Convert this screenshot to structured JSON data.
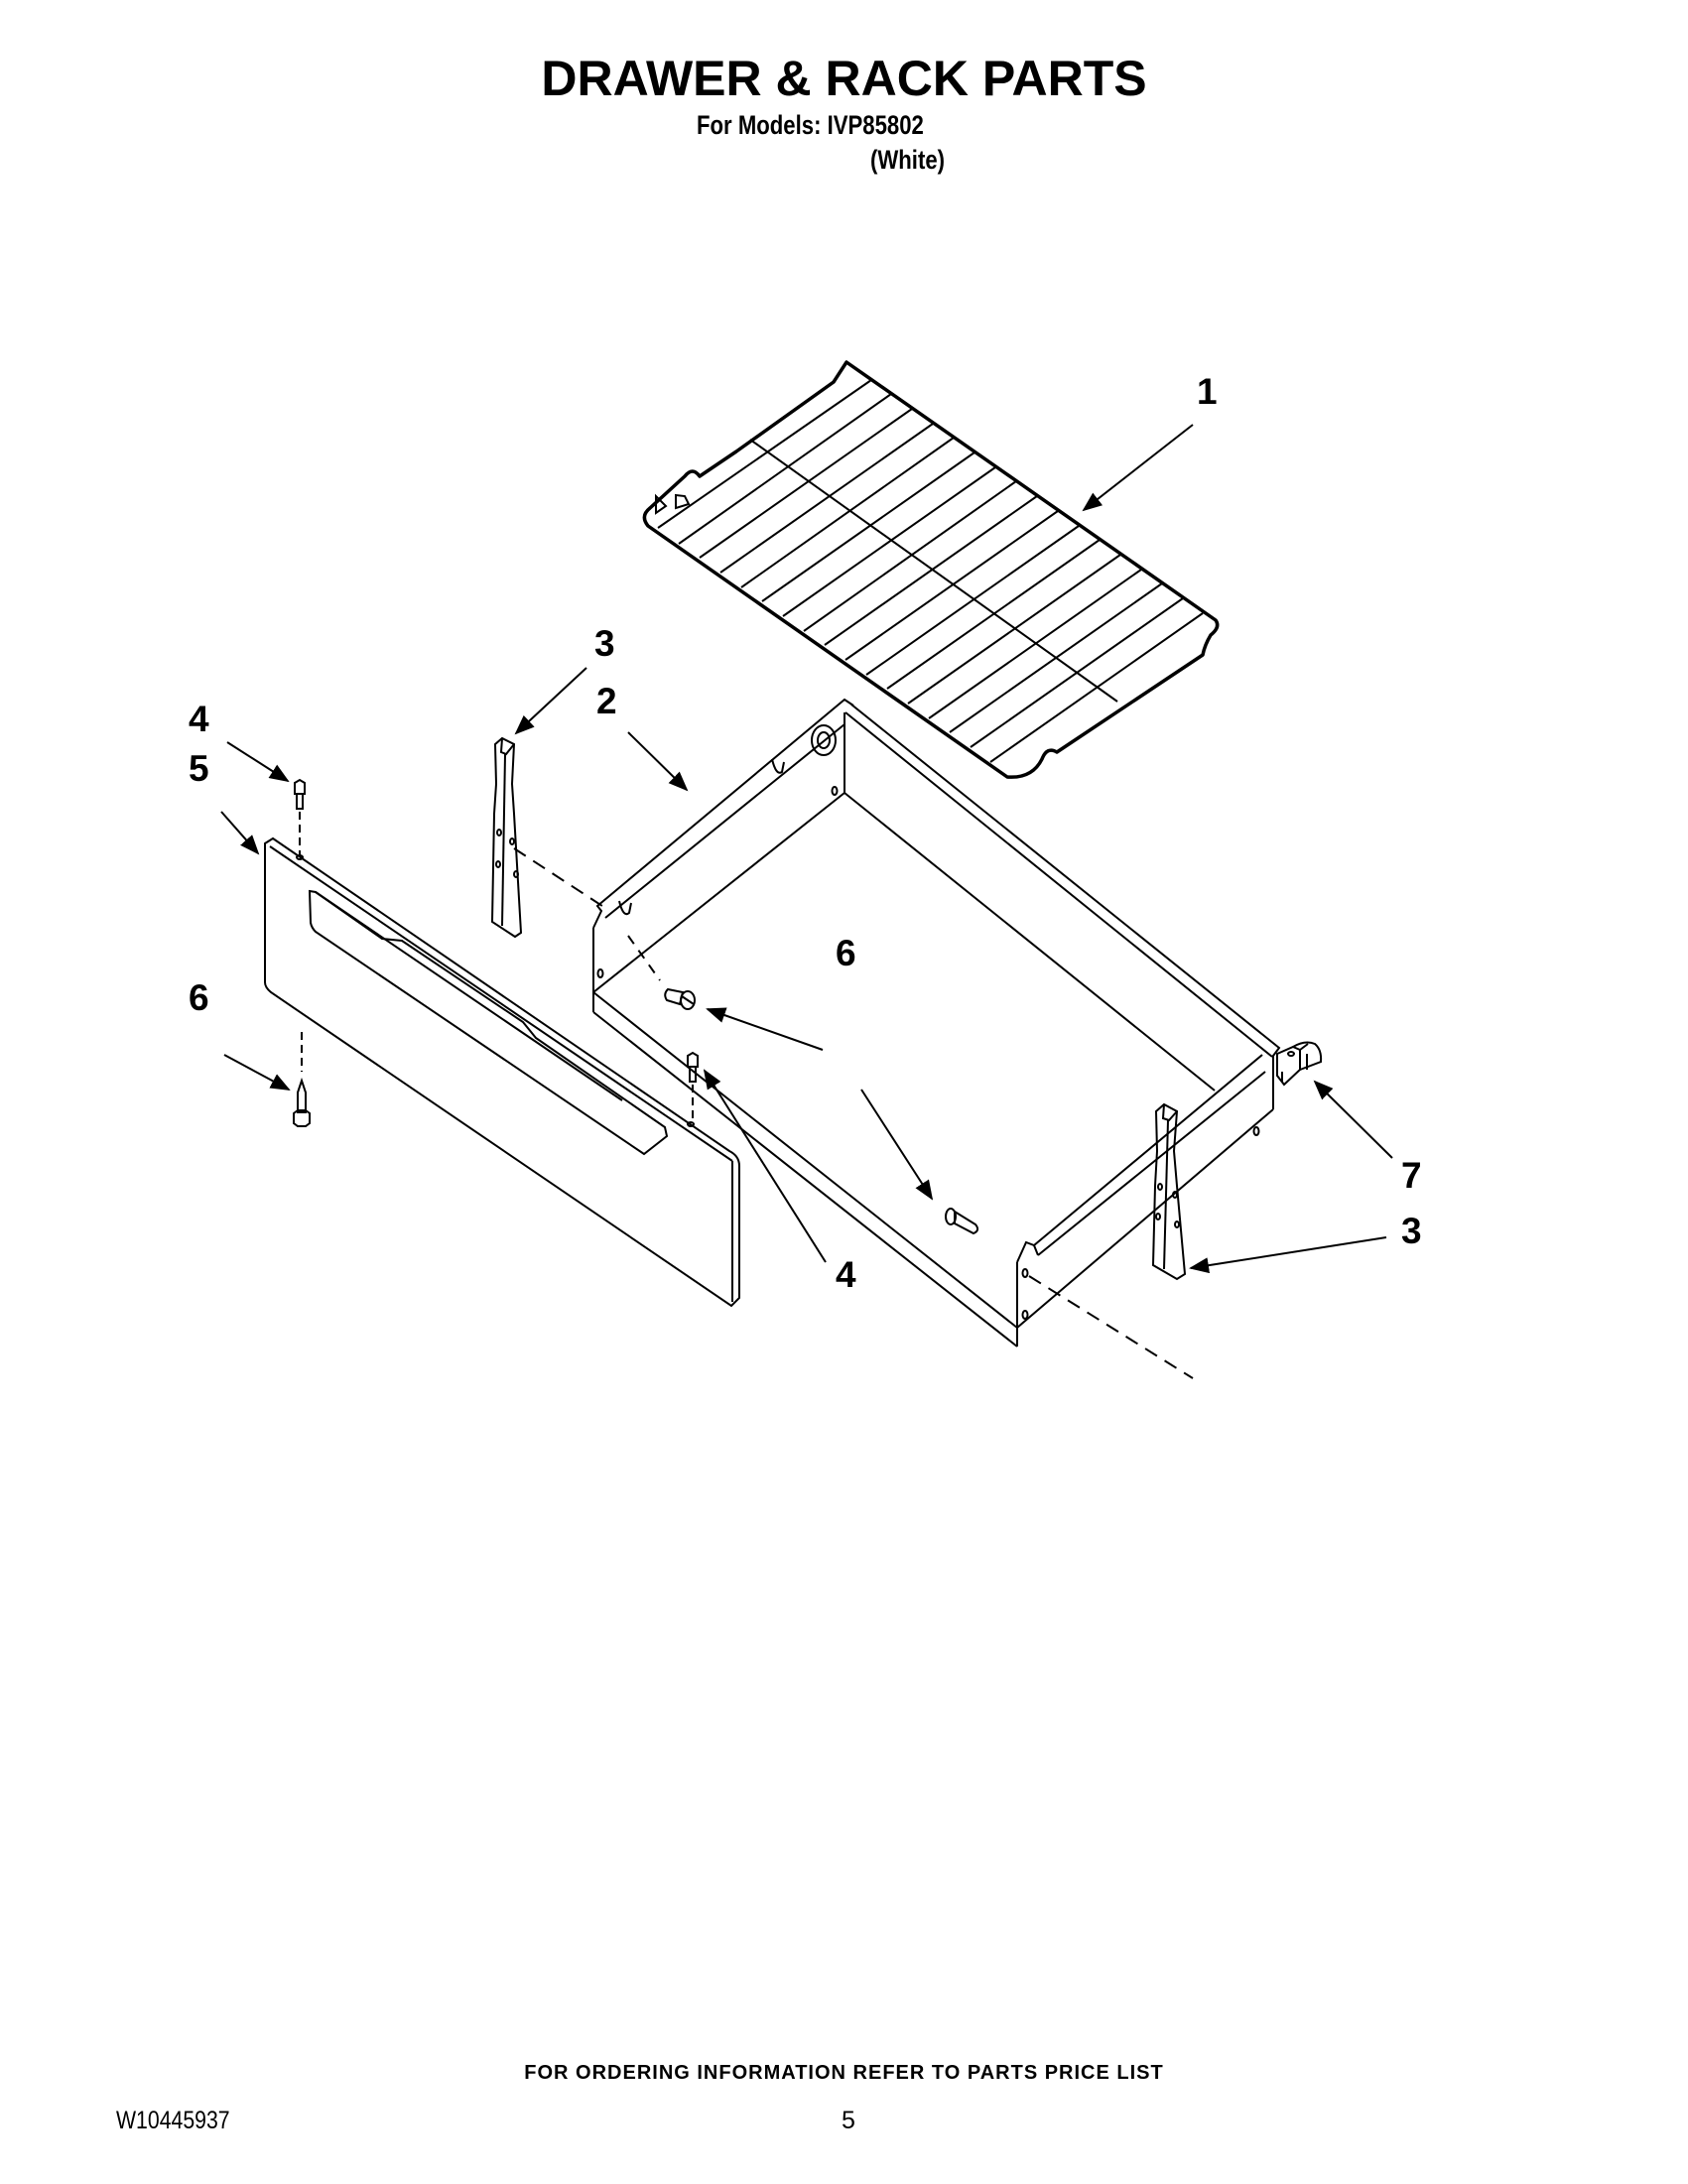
{
  "header": {
    "title": "DRAWER & RACK PARTS",
    "models_line": "For Models: IVP85802",
    "color": "(White)"
  },
  "diagram": {
    "callouts": [
      {
        "id": "c1",
        "label": "1",
        "part": "oven-rack"
      },
      {
        "id": "c2",
        "label": "2",
        "part": "drawer"
      },
      {
        "id": "c3a",
        "label": "3",
        "part": "drawer-glide-left"
      },
      {
        "id": "c3b",
        "label": "3",
        "part": "drawer-glide-right"
      },
      {
        "id": "c4a",
        "label": "4",
        "part": "screw-top"
      },
      {
        "id": "c4b",
        "label": "4",
        "part": "screw-lower"
      },
      {
        "id": "c5",
        "label": "5",
        "part": "drawer-front-panel"
      },
      {
        "id": "c6a",
        "label": "6",
        "part": "screw-front-panel"
      },
      {
        "id": "c6b",
        "label": "6",
        "part": "screw-drawer-side"
      },
      {
        "id": "c7",
        "label": "7",
        "part": "drawer-clip"
      }
    ]
  },
  "footer": {
    "ordering_note": "FOR ORDERING INFORMATION REFER TO PARTS PRICE LIST",
    "doc_number": "W10445937",
    "page_number": "5"
  }
}
